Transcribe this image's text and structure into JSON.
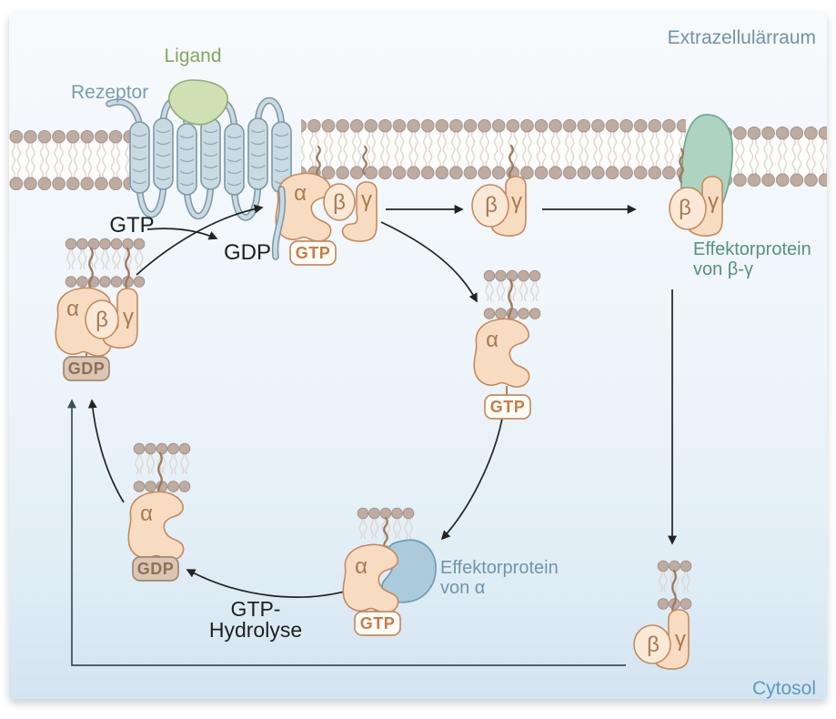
{
  "figure": {
    "regions": {
      "extracellular": "Extrazellulärraum",
      "cytosol": "Cytosol"
    },
    "labels": {
      "receptor": "Rezeptor",
      "ligand": "Ligand",
      "effector_beta_gamma_1": "Effektorprotein",
      "effector_beta_gamma_2": "von β-γ",
      "effector_alpha_1": "Effektorprotein",
      "effector_alpha_2": "von α",
      "gtp": "GTP",
      "gdp": "GDP",
      "hydrolysis_1": "GTP-",
      "hydrolysis_2": "Hydrolyse"
    },
    "subunits": {
      "alpha": "α",
      "beta": "β",
      "gamma": "γ"
    },
    "nucleotides": {
      "gtp": "GTP",
      "gdp": "GDP"
    },
    "colors": {
      "background_top": "#f7fafd",
      "background_bottom": "#d3e5f1",
      "membrane_head": "#bfaca1",
      "receptor_fill": "#c9dae3",
      "receptor_outline": "#7d98a6",
      "ligand_fill": "#cfe0b5",
      "ligand_label": "#83a65e",
      "g_protein_fill": "#f8dcc2",
      "g_protein_outline": "#c6895c",
      "subunit_letter": "#a87a50",
      "effector_beta_gamma_fill": "#aed4c1",
      "effector_beta_gamma_label": "#549379",
      "effector_alpha_fill": "#abcbdc",
      "effector_alpha_label": "#6f95aa",
      "gtp_box_border": "#c98a5c",
      "gtp_text": "#c97c45",
      "gdp_box_fill": "#dbc6b5",
      "gdp_text": "#8d7157",
      "region_label": "#7093a9",
      "cytosol_label": "#6098bb",
      "arrow": "#232323"
    }
  }
}
